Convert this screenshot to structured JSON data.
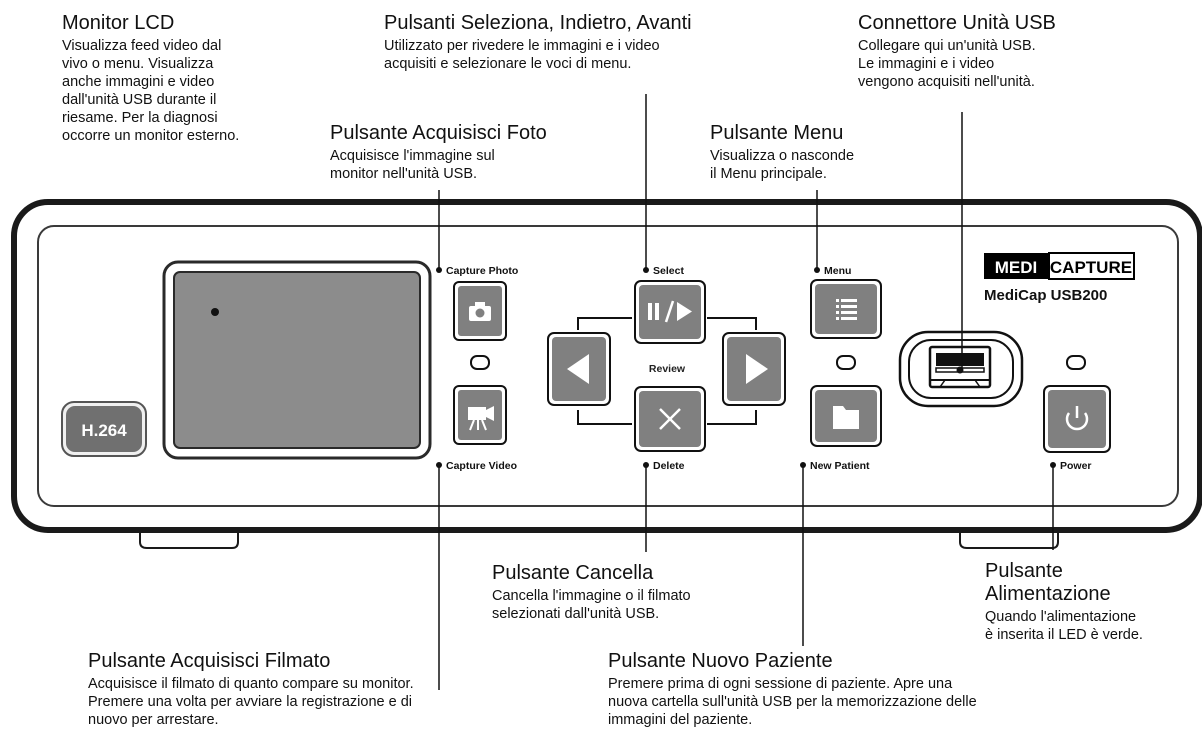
{
  "device": {
    "badge": "H.264",
    "brand_left": "MEDI",
    "brand_right": "CAPTURE",
    "model": "MediCap USB200",
    "review_label": "Review",
    "button_labels": {
      "capture_photo": "Capture Photo",
      "capture_video": "Capture Video",
      "select": "Select",
      "delete": "Delete",
      "menu": "Menu",
      "new_patient": "New Patient",
      "power": "Power"
    },
    "icons": {
      "capture_photo": "camera-icon",
      "capture_video": "video-camera-icon",
      "select": "play-pause-icon",
      "left": "arrow-left-icon",
      "right": "arrow-right-icon",
      "delete": "close-icon",
      "menu": "list-icon",
      "new_patient": "folder-icon",
      "power": "power-icon",
      "usb": "usb-port-icon"
    },
    "colors": {
      "button_gray": "#808080",
      "button_dark": "#5a5a5a",
      "screen": "#8c8c8c",
      "chassis_outline": "#1a1a1a"
    }
  },
  "callouts": {
    "monitor": {
      "title": "Monitor LCD",
      "lines": [
        "Visualizza feed video dal",
        "vivo o menu. Visualizza",
        "anche immagini e video",
        "dall'unità USB durante il",
        "riesame. Per la diagnosi",
        "occorre un monitor esterno."
      ]
    },
    "capture_photo": {
      "title": "Pulsante Acquisisci Foto",
      "lines": [
        "Acquisisce l'immagine sul",
        "monitor nell'unità USB."
      ]
    },
    "nav_buttons": {
      "title": "Pulsanti Seleziona, Indietro, Avanti",
      "lines": [
        "Utilizzato per rivedere le immagini e i video",
        "acquisiti e selezionare le voci di menu."
      ]
    },
    "menu": {
      "title": "Pulsante Menu",
      "lines": [
        "Visualizza o nasconde",
        "il Menu principale."
      ]
    },
    "usb": {
      "title": "Connettore Unità USB",
      "lines": [
        "Collegare qui un'unità USB.",
        "Le immagini e i video",
        "vengono acquisiti nell'unità."
      ]
    },
    "delete": {
      "title": "Pulsante Cancella",
      "lines": [
        "Cancella l'immagine o il filmato",
        "selezionati dall'unità USB."
      ]
    },
    "power": {
      "title_lines": [
        "Pulsante",
        "Alimentazione"
      ],
      "lines": [
        "Quando l'alimentazione",
        "è inserita il LED è verde."
      ]
    },
    "capture_video": {
      "title": "Pulsante Acquisisci Filmato",
      "lines": [
        "Acquisisce il filmato di quanto compare su monitor.",
        "Premere una volta per avviare la registrazione e di",
        "nuovo per arrestare."
      ]
    },
    "new_patient": {
      "title": "Pulsante Nuovo Paziente",
      "lines": [
        "Premere prima di ogni sessione di paziente. Apre una",
        "nuova cartella sull'unità USB per la memorizzazione delle",
        "immagini del paziente."
      ]
    }
  }
}
